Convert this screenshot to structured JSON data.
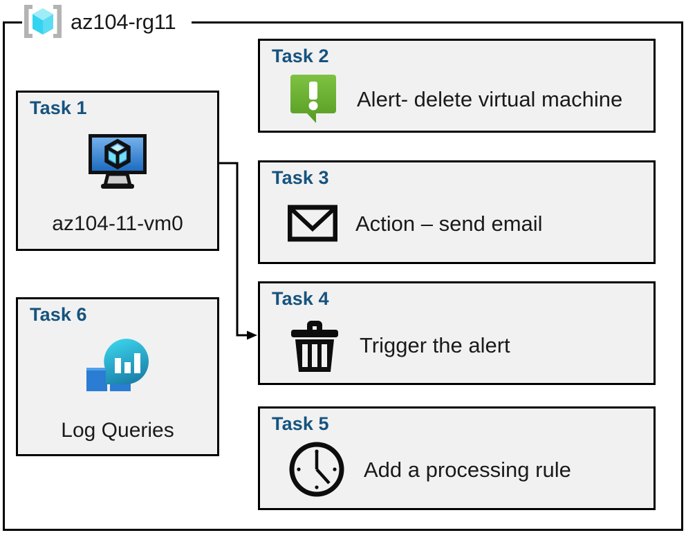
{
  "diagram": {
    "resource_group": {
      "label": "az104-rg11",
      "icon": "azure-resource-group-icon"
    },
    "accent_title_color": "#16537e",
    "card_fill_color": "#f1f1f1",
    "card_border_color": "#000000",
    "connector": {
      "from": "task1-vm-icon",
      "to": "task4-card",
      "arrow": "arrowhead-right"
    },
    "cards": [
      {
        "id": "task1",
        "title": "Task 1",
        "caption": "az104-11-vm0",
        "icon": "virtual-machine-icon",
        "column": "left"
      },
      {
        "id": "task2",
        "title": "Task 2",
        "caption": "Alert- delete virtual machine",
        "icon": "alert-callout-icon",
        "column": "right"
      },
      {
        "id": "task3",
        "title": "Task 3",
        "caption": "Action – send email",
        "icon": "envelope-icon",
        "column": "right"
      },
      {
        "id": "task4",
        "title": "Task 4",
        "caption": "Trigger the alert",
        "icon": "trash-can-icon",
        "column": "right"
      },
      {
        "id": "task5",
        "title": "Task 5",
        "caption": "Add a processing rule",
        "icon": "clock-icon",
        "column": "right"
      },
      {
        "id": "task6",
        "title": "Task 6",
        "caption": "Log Queries",
        "icon": "log-analytics-icon",
        "column": "left"
      }
    ]
  }
}
